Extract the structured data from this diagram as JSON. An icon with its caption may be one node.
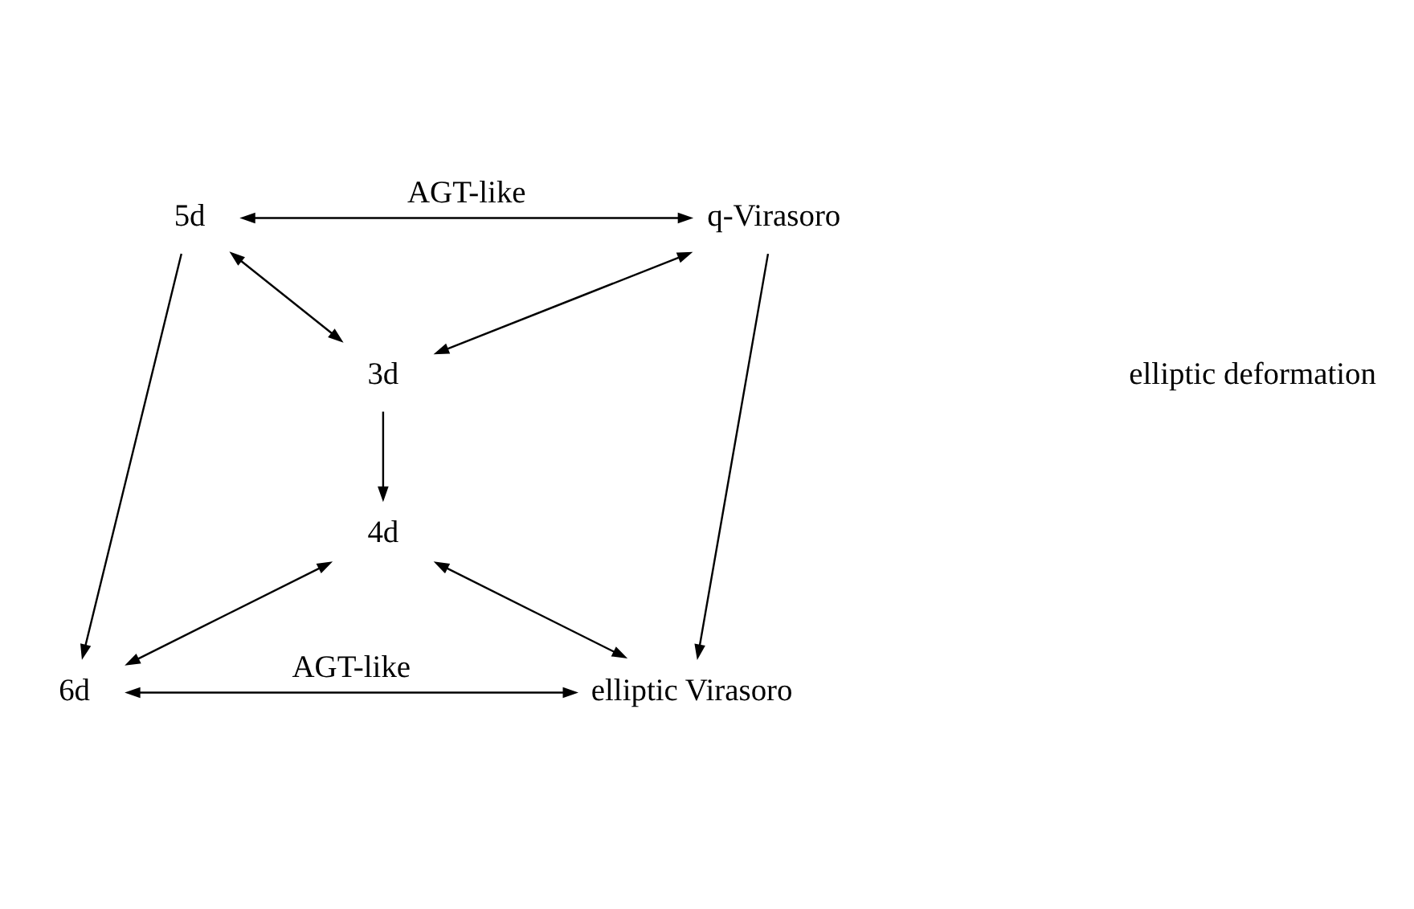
{
  "diagram": {
    "nodes": [
      {
        "text": [
          "5d"
        ]
      },
      {
        "text": [
          "q-Virasoro"
        ]
      },
      {
        "text": [
          "3d"
        ]
      },
      {
        "text": [
          "4d"
        ]
      },
      {
        "text": [
          "6d"
        ]
      },
      {
        "text": [
          "elliptic Virasoro"
        ]
      }
    ],
    "edges": [
      {
        "from": 0,
        "to": 1,
        "arrow": "both",
        "label": "AGT-like"
      },
      {
        "from": 0,
        "to": 2,
        "arrow": "both"
      },
      {
        "from": 1,
        "to": 2,
        "arrow": "both"
      },
      {
        "from": 2,
        "to": 3,
        "arrow": "to"
      },
      {
        "from": 3,
        "to": 4,
        "arrow": "both"
      },
      {
        "from": 3,
        "to": 5,
        "arrow": "both"
      },
      {
        "from": 0,
        "to": 4,
        "arrow": "to"
      },
      {
        "from": 1,
        "to": 5,
        "arrow": "to"
      },
      {
        "from": 4,
        "to": 5,
        "arrow": "both",
        "label": "AGT-like"
      }
    ],
    "labels": [
      "elliptic deformation"
    ]
  }
}
